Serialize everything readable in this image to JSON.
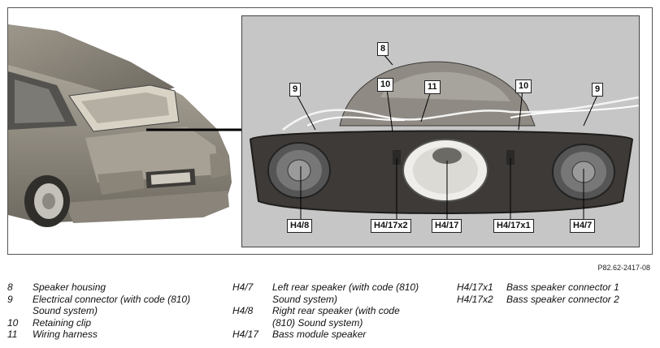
{
  "callouts": {
    "c8": "8",
    "c9_left": "9",
    "c9_right": "9",
    "c10_left": "10",
    "c10_right": "10",
    "c11": "11",
    "h4_8": "H4/8",
    "h4_17x2": "H4/17x2",
    "h4_17": "H4/17",
    "h4_17x1": "H4/17x1",
    "h4_7": "H4/7"
  },
  "figure_ref": "P82.62-2417-08",
  "legend": {
    "col1": [
      {
        "key": "8",
        "text": "Speaker housing"
      },
      {
        "key": "9",
        "text": "Electrical connector (with code (810)"
      },
      {
        "key": "",
        "text": "Sound system)"
      },
      {
        "key": "10",
        "text": "Retaining clip"
      },
      {
        "key": "11",
        "text": "Wiring harness"
      }
    ],
    "col2": [
      {
        "key": "H4/7",
        "text": "Left rear speaker (with code (810)"
      },
      {
        "key": "",
        "text": "Sound system)"
      },
      {
        "key": "H4/8",
        "text": "Right rear speaker (with code"
      },
      {
        "key": "",
        "text": "(810) Sound system)"
      },
      {
        "key": "H4/17",
        "text": "Bass module speaker"
      }
    ],
    "col3": [
      {
        "key": "H4/17x1",
        "text": "Bass speaker connector 1"
      },
      {
        "key": "H4/17x2",
        "text": "Bass speaker connector 2"
      }
    ]
  }
}
